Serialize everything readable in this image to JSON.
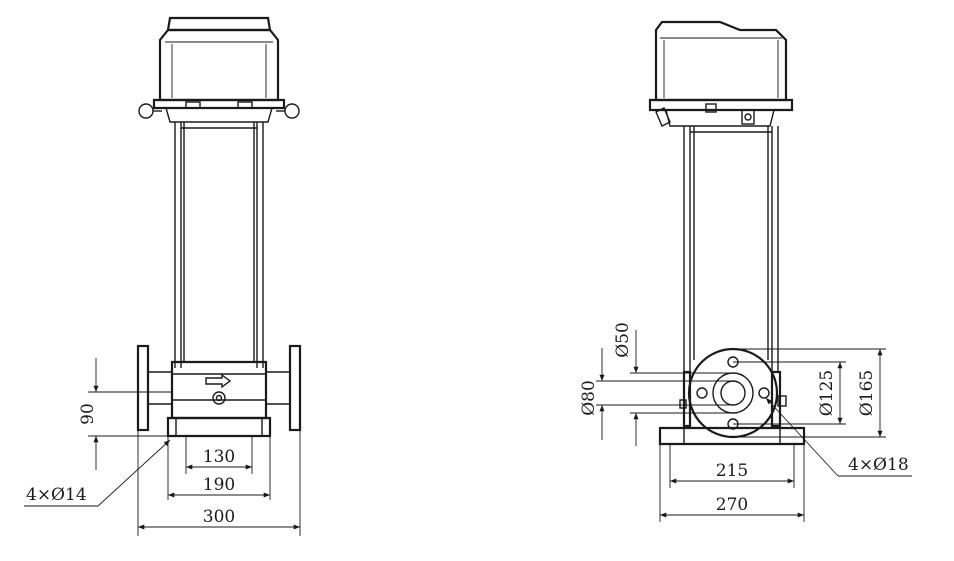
{
  "front_view": {
    "dim_height": "90",
    "dim_inner_width": "130",
    "dim_mid_width": "190",
    "dim_total_width": "300",
    "hole_callout": "4×Ø14"
  },
  "side_view": {
    "dim_inlet_diameter": "Ø50",
    "dim_flange_bore": "Ø80",
    "dim_bolt_circle": "Ø125",
    "dim_flange_outer": "Ø165",
    "dim_base_inner": "215",
    "dim_base_total": "270",
    "hole_callout": "4×Ø18"
  },
  "colors": {
    "line": "#1a1a1a",
    "background": "#ffffff"
  }
}
